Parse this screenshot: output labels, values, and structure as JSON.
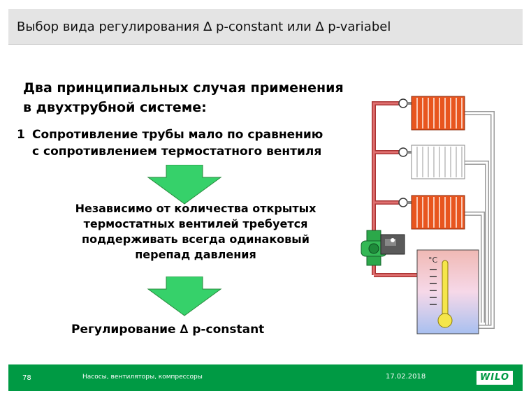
{
  "header": {
    "title": "Выбор вида регулирования ∆ p-constant или ∆ p-variabel"
  },
  "heading": {
    "line1": "Два принципиальных случая применения",
    "line2": "в двухтрубной системе:"
  },
  "point": {
    "number": "1",
    "line1": "Сопротивление трубы мало по сравнению",
    "line2": "с сопротивлением термостатного вентиля"
  },
  "description": [
    "Независимо от количества открытых",
    "термостатных вентилей требуется",
    "поддерживать всегда одинаковый",
    "перепад давления"
  ],
  "result": "Регулирование ∆ p-constant",
  "diagram": {
    "temp_unit": "°C"
  },
  "footer": {
    "page": "78",
    "topic": "Насосы, вентиляторы, компрессоры",
    "date": "17.02.2018",
    "logo": "WILO"
  },
  "colors": {
    "header_bg": "#e4e4e4",
    "footer_bg": "#009a44",
    "arrow": "#36d16a",
    "pipe": "#d44a4a",
    "radiator_hot": "#e8551e",
    "pump": "#2ca84a"
  }
}
